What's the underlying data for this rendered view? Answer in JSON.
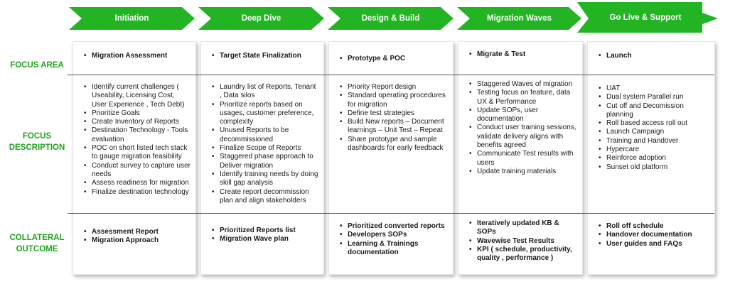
{
  "colors": {
    "accent_green": "#22b422",
    "label_green": "#1fa51f",
    "chevron_dark": "#178c17"
  },
  "phases": [
    "Initiation",
    "Deep Dive",
    "Design & Build",
    "Migration Waves",
    "Go Live & Support"
  ],
  "row_labels": {
    "focus_area": "FOCUS AREA",
    "focus_description": [
      "FOCUS",
      "DESCRIPTION"
    ],
    "collateral_outcome": [
      "COLLATERAL",
      "OUTCOME"
    ]
  },
  "columns": [
    {
      "focus": [
        "Migration Assessment"
      ],
      "description": [
        "Identify current challenges ( Useability, Licensing Cost, User Experience , Tech Debt)",
        "Prioritize Goals",
        "Create Inventory of Reports",
        "Destination Technology - Tools evaluation",
        "POC on short listed tech stack to gauge migration feasibility",
        "Conduct survey to capture user needs",
        "Assess readiness for migration",
        "Finalize destination technology"
      ],
      "outcome": [
        "Assessment Report",
        "Migration Approach"
      ]
    },
    {
      "focus": [
        "Target State Finalization"
      ],
      "description": [
        "Laundry list of Reports, Tenant , Data silos",
        "Prioritize reports based on usages, customer preference, complexity",
        "Unused Reports to be decommissioned",
        "Finalize Scope of Reports",
        "Staggered phase approach to Deliver migration",
        "Identify training needs by doing skill gap analysis",
        "Create report decommission plan and align stakeholders"
      ],
      "outcome": [
        "Prioritized Reports  list",
        "Migration Wave plan"
      ]
    },
    {
      "focus": [
        "Prototype & POC"
      ],
      "description": [
        "Priority Report design",
        "Standard operating procedures for migration",
        "Define test strategies",
        "Build New reports – Document learnings – Unit Test – Repeat",
        "Share prototype and sample dashboards for early feedback"
      ],
      "outcome": [
        "Prioritized converted reports",
        "Developers SOPs",
        "Learning & Trainings documentation"
      ]
    },
    {
      "focus": [
        "Migrate & Test"
      ],
      "description": [
        "Staggered Waves of migration",
        "Testing focus on feature, data UX & Performance",
        "Update SOPs, user documentation",
        "Conduct user training sessions, validate delivery aligns with benefits agreed",
        "Communicate Test results with users",
        "Update training materials"
      ],
      "outcome": [
        "Iteratively updated KB  & SOPs",
        "Wavewise Test Results",
        "KPI ( schedule, productivity, quality , performance )"
      ]
    },
    {
      "focus": [
        "Launch"
      ],
      "description": [
        "UAT",
        "Dual system Parallel run",
        "Cut off and Decomission planning",
        "Roll based access roll out",
        "Launch Campaign",
        "Training and Handover",
        "Hypercare",
        "Reinforce adoption",
        "Sunset old platform"
      ],
      "outcome": [
        "Roll off schedule",
        "Handover documentation",
        "User guides and FAQs"
      ]
    }
  ]
}
